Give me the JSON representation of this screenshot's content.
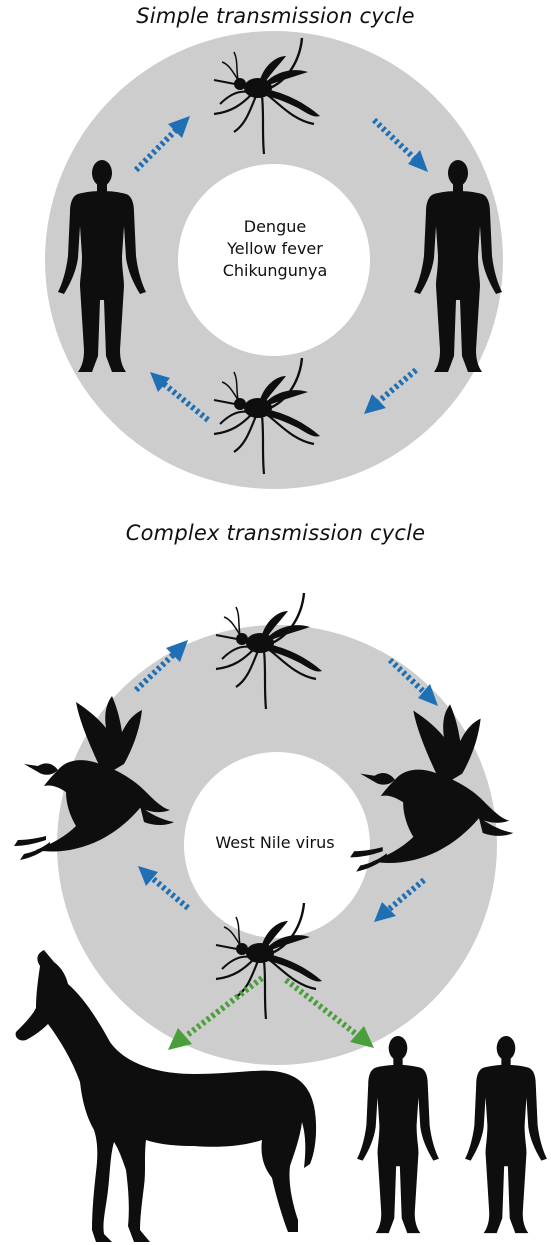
{
  "diagram": {
    "simple_cycle": {
      "title": "Simple transmission cycle",
      "center_lines": [
        "Dengue",
        "Yellow fever",
        "Chikungunya"
      ]
    },
    "complex_cycle": {
      "title": "Complex transmission cycle",
      "center_lines": [
        "West Nile virus"
      ]
    }
  },
  "colors": {
    "ring": "#cdcdcd",
    "silhouette": "#0e0e0e",
    "cycle_arrow": "#1f6fb5",
    "spillover_arrow": "#4a9e3b"
  },
  "icons": [
    "mosquito-icon",
    "human-icon",
    "crow-icon",
    "horse-icon"
  ]
}
